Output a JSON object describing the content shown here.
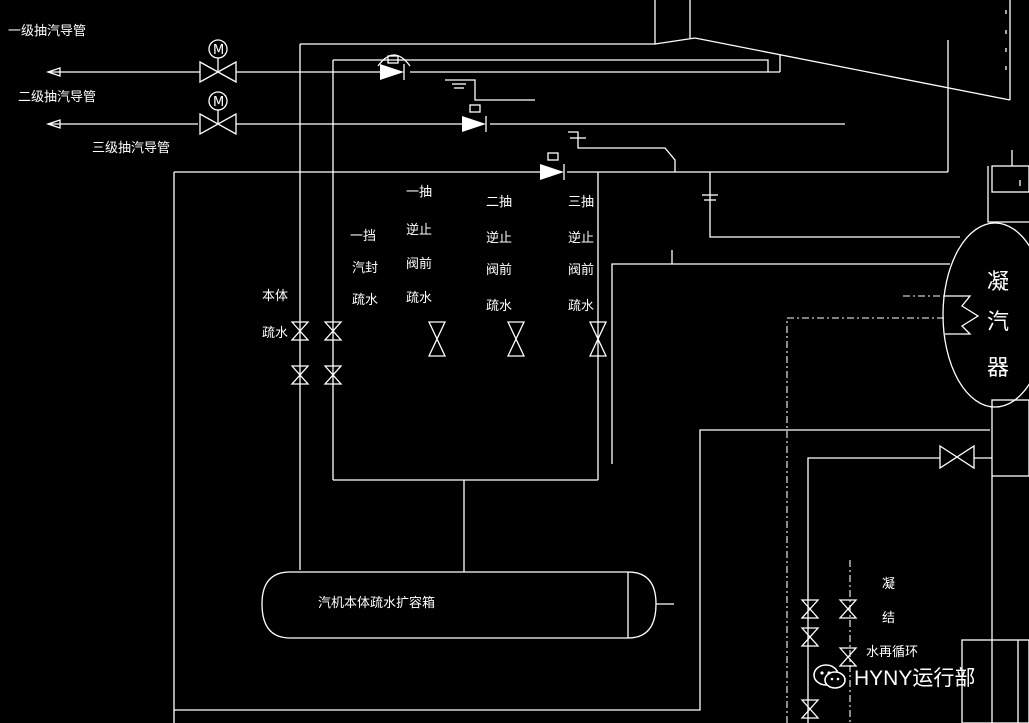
{
  "labels": {
    "pipe1": "一级抽汽导管",
    "pipe2": "二级抽汽导管",
    "pipe3": "三级抽汽导管",
    "motor": "M",
    "body_drain": [
      "本体",
      "疏水"
    ],
    "seal_drain": [
      "一挡",
      "汽封",
      "疏水"
    ],
    "ext1_drain": [
      "一抽",
      "逆止",
      "阀前",
      "疏水"
    ],
    "ext2_drain": [
      "二抽",
      "逆止",
      "阀前",
      "疏水"
    ],
    "ext3_drain": [
      "三抽",
      "逆止",
      "阀前",
      "疏水"
    ],
    "condenser": [
      "凝",
      "汽",
      "器"
    ],
    "tank": "汽机本体疏水扩容箱",
    "recirc": [
      "凝",
      "结",
      "水再循环"
    ]
  },
  "watermark": {
    "text": "HYNY运行部",
    "icon": "wechat-icon"
  }
}
